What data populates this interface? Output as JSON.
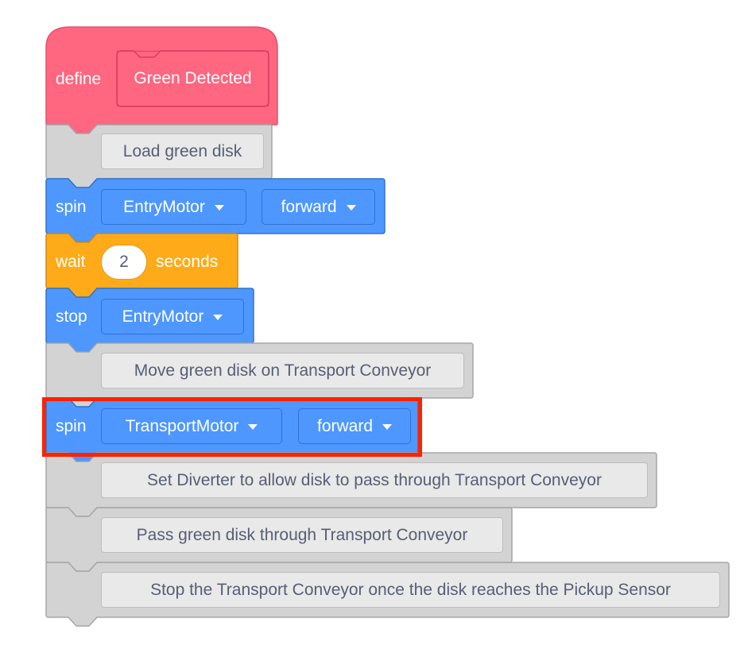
{
  "colors": {
    "define": "#ff6680",
    "motion": "#4d97ff",
    "control": "#ffab19",
    "comment": "#d3d3d3",
    "highlight": "#ff2200"
  },
  "blocks": {
    "define": {
      "keyword": "define",
      "name": "Green Detected"
    },
    "comment_1": {
      "text": "Load green disk"
    },
    "spin_1": {
      "keyword": "spin",
      "motor": "EntryMotor",
      "direction": "forward"
    },
    "wait_1": {
      "keyword": "wait",
      "value": "2",
      "unit": "seconds"
    },
    "stop_1": {
      "keyword": "stop",
      "motor": "EntryMotor"
    },
    "comment_2": {
      "text": "Move green disk on Transport Conveyor"
    },
    "spin_2": {
      "keyword": "spin",
      "motor": "TransportMotor",
      "direction": "forward"
    },
    "comment_3": {
      "text": "Set Diverter to allow disk to pass through Transport Conveyor"
    },
    "comment_4": {
      "text": "Pass green disk through Transport Conveyor"
    },
    "comment_5": {
      "text": "Stop the Transport Conveyor once the disk reaches the Pickup Sensor"
    }
  }
}
